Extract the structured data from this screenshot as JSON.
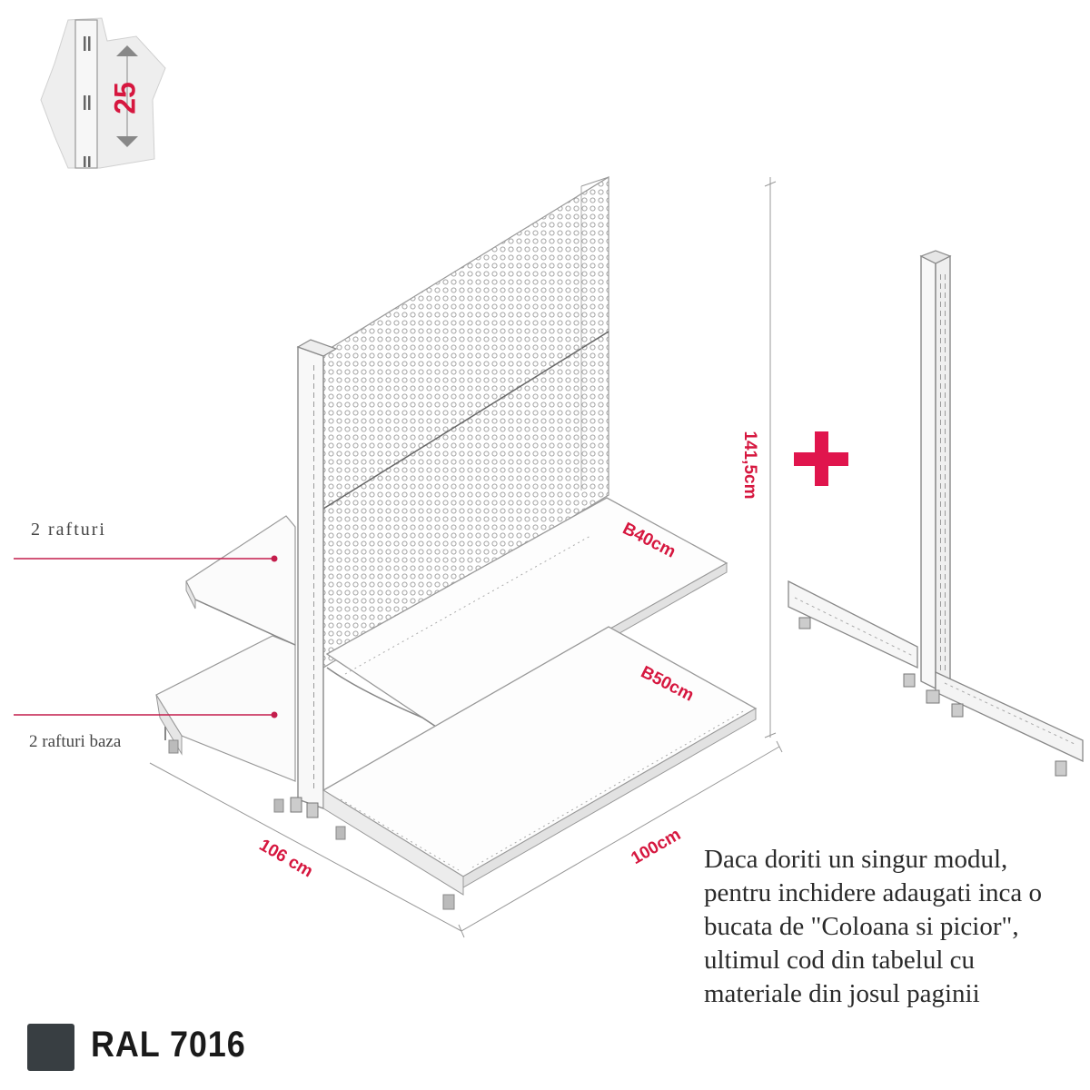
{
  "pitch": {
    "value": "25"
  },
  "labels": {
    "shelves": "2 rafturi",
    "base_shelves": "2 rafturi baza",
    "height": "141,5cm",
    "depth_top": "B40cm",
    "depth_base": "B50cm",
    "depth_total": "106 cm",
    "width": "100cm"
  },
  "note": {
    "lines": [
      "Daca doriti un singur modul,",
      "pentru inchidere adaugati inca o",
      "bucata de \"Coloana si picior\",",
      "ultimul cod din tabelul cu",
      "materiale din josul paginii"
    ]
  },
  "color": {
    "code": "RAL 7016",
    "swatch": "#383e42"
  },
  "accent": "#d6173f",
  "icons": [
    "plus-icon",
    "arrow-up-icon",
    "arrow-down-icon"
  ]
}
